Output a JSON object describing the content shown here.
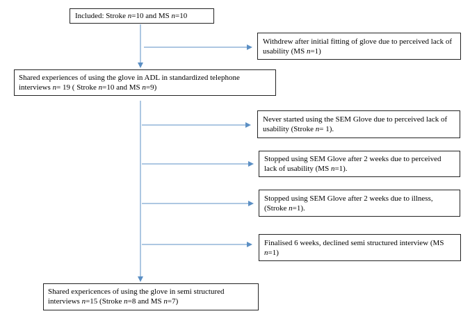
{
  "boxes": {
    "included": [
      {
        "t": "Included: Stroke "
      },
      {
        "i": "n"
      },
      {
        "t": "=10 and MS "
      },
      {
        "i": "n"
      },
      {
        "t": "=10"
      }
    ],
    "withdrew": [
      {
        "t": "Withdrew after initial fitting of glove due to perceived lack of usability (MS "
      },
      {
        "i": "n"
      },
      {
        "t": "=1)"
      }
    ],
    "shared_telephone": [
      {
        "t": "Shared experiences of using the glove in ADL in standardized telephone interviews "
      },
      {
        "i": "n"
      },
      {
        "t": "= 19 ( Stroke "
      },
      {
        "i": "n"
      },
      {
        "t": "=10 and MS "
      },
      {
        "i": "n"
      },
      {
        "t": "=9)"
      }
    ],
    "never_started": [
      {
        "t": "Never started using the SEM Glove due to perceived lack of usability (Stroke "
      },
      {
        "i": "n"
      },
      {
        "t": "= 1)."
      }
    ],
    "stopped_usability": [
      {
        "t": "Stopped using SEM Glove after 2 weeks due to perceived lack of  usability (MS "
      },
      {
        "i": "n"
      },
      {
        "t": "=1)."
      }
    ],
    "stopped_illness": [
      {
        "t": "Stopped using SEM Glove after 2 weeks due to illness, (Stroke "
      },
      {
        "i": "n"
      },
      {
        "t": "=1)."
      }
    ],
    "finalised": [
      {
        "t": "Finalised 6 weeks, declined semi structured interview (MS "
      },
      {
        "i": "n"
      },
      {
        "t": "=1)"
      }
    ],
    "shared_semi": [
      {
        "t": "Shared expericences of using the glove in semi structured interviews "
      },
      {
        "i": "n"
      },
      {
        "t": "=15 (Stroke "
      },
      {
        "i": "n"
      },
      {
        "t": "=8 and MS "
      },
      {
        "i": "n"
      },
      {
        "t": "=7)"
      }
    ]
  },
  "colors": {
    "arrow": "#5b8fc4",
    "border": "#222222"
  }
}
